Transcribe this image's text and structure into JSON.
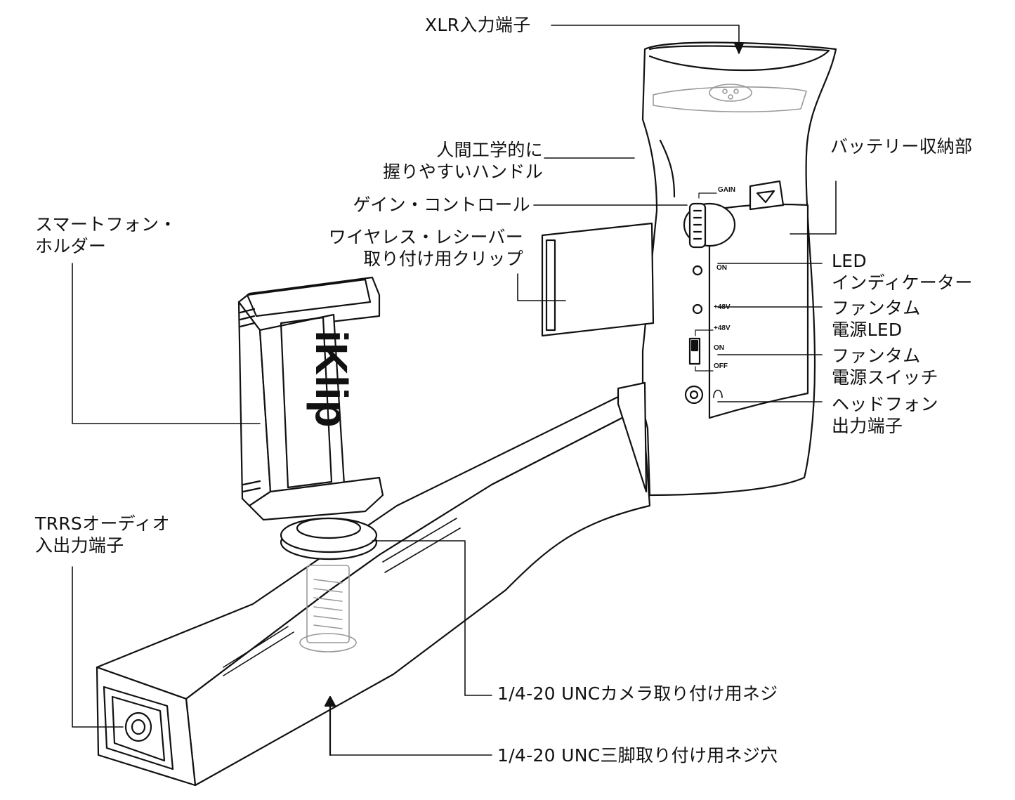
{
  "callouts": {
    "xlr": [
      "XLR入力端子"
    ],
    "grip": [
      "人間工学的に",
      "握りやすいハンドル"
    ],
    "gain": [
      "ゲイン・コントロール"
    ],
    "phone_holder": [
      "スマートフォン・",
      "ホルダー"
    ],
    "receiver_clip": [
      "ワイヤレス・レシーバー",
      "取り付け用クリップ"
    ],
    "battery": [
      "バッテリー収納部"
    ],
    "led": [
      "LED",
      "インディケーター"
    ],
    "phantom_led": [
      "ファンタム",
      "電源LED"
    ],
    "phantom_switch": [
      "ファンタム",
      "電源スイッチ"
    ],
    "headphone": [
      "ヘッドフォン",
      "出力端子"
    ],
    "trrs": [
      "TRRSオーディオ",
      "入出力端子"
    ],
    "camera_screw": [
      "1/4-20 UNCカメラ取り付け用ネジ"
    ],
    "tripod_hole": [
      "1/4-20 UNC三脚取り付け用ネジ穴"
    ]
  },
  "panel_labels": {
    "gain": "GAIN",
    "led_on": "ON",
    "phantom_48v": "+48V",
    "switch_48v": "+48V",
    "switch_on": "ON",
    "switch_off": "OFF"
  },
  "brand_logo": "iKlip"
}
